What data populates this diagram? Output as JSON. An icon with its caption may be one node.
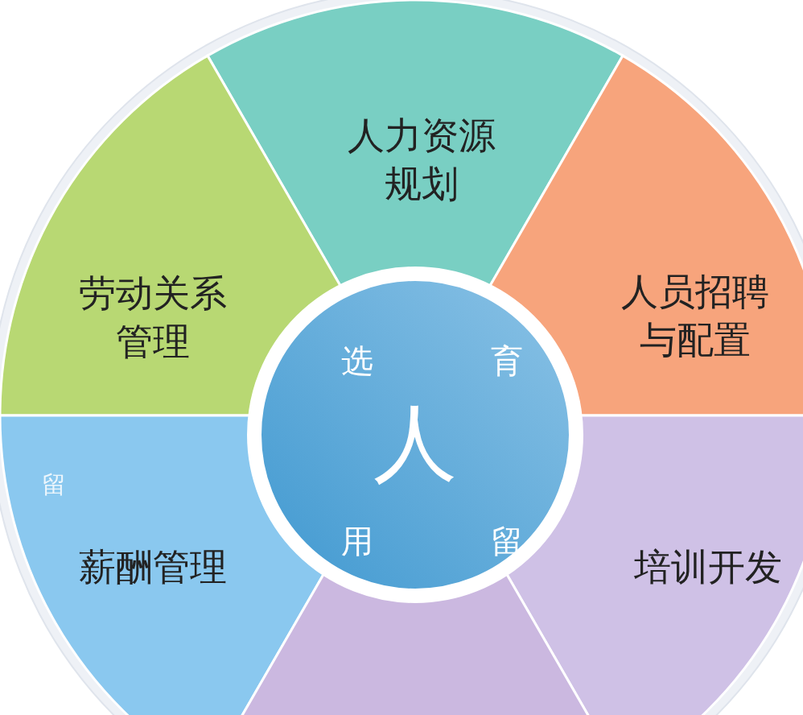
{
  "diagram": {
    "nodes": [
      {
        "text": [
          "人力资源规划"
        ]
      },
      {
        "text": [
          "劳动关系管理"
        ]
      },
      {
        "text": [
          "人员招聘与配置"
        ]
      },
      {
        "text": [
          "选",
          "育",
          "人",
          "用",
          "留"
        ]
      },
      {
        "text": [
          "薪酬管理"
        ]
      },
      {
        "text": [
          "培训开发"
        ]
      },
      {
        "text": [],
        "shape": "sector"
      }
    ],
    "labels": [
      "留"
    ]
  }
}
